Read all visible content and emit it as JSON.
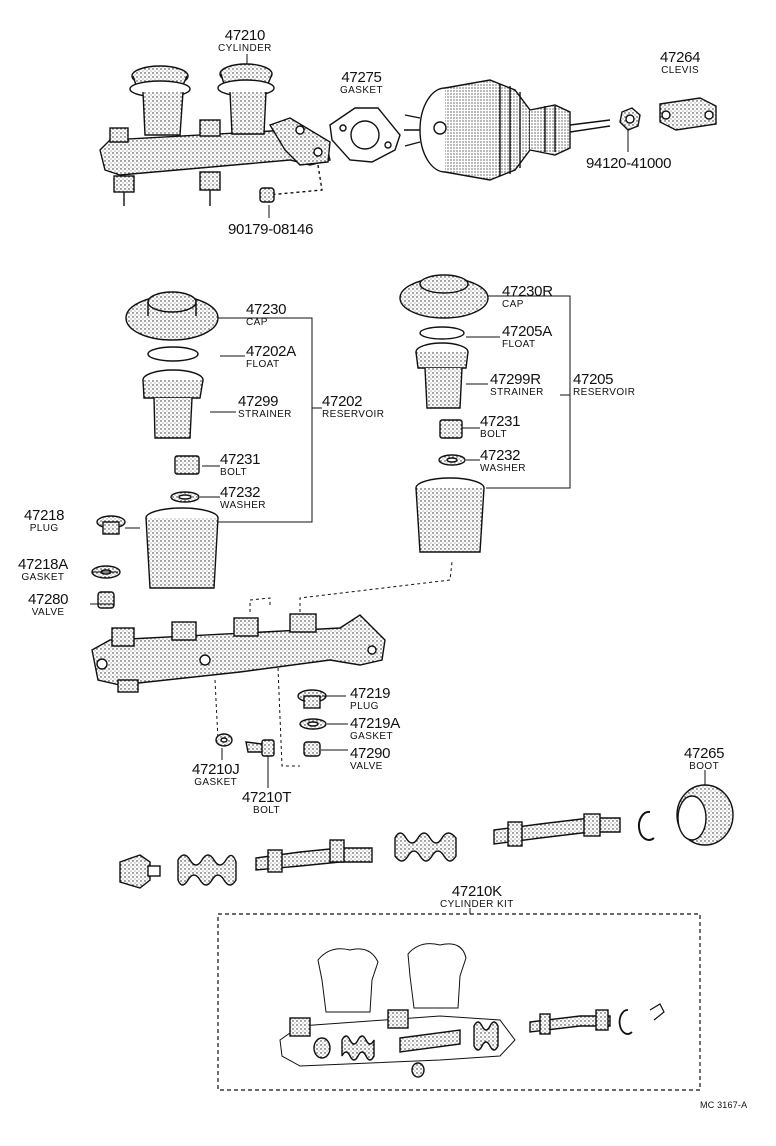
{
  "parts": {
    "cyl_top": {
      "number": "47210",
      "name": "CYLINDER"
    },
    "gasket_top": {
      "number": "47275",
      "name": "GASKET"
    },
    "clevis": {
      "number": "47264",
      "name": "CLEVIS"
    },
    "nut": {
      "number": "94120-41000"
    },
    "grommet": {
      "number": "90179-08146"
    },
    "cap_l": {
      "number": "47230",
      "name": "CAP"
    },
    "float_l": {
      "number": "47202A",
      "name": "FLOAT"
    },
    "strainer_l": {
      "number": "47299",
      "name": "STRAINER"
    },
    "reservoir_l": {
      "number": "47202",
      "name": "RESERVOIR"
    },
    "bolt_l": {
      "number": "47231",
      "name": "BOLT"
    },
    "washer_l": {
      "number": "47232",
      "name": "WASHER"
    },
    "cap_r": {
      "number": "47230R",
      "name": "CAP"
    },
    "float_r": {
      "number": "47205A",
      "name": "FLOAT"
    },
    "strainer_r": {
      "number": "47299R",
      "name": "STRAINER"
    },
    "reservoir_r": {
      "number": "47205",
      "name": "RESERVOIR"
    },
    "bolt_r": {
      "number": "47231",
      "name": "BOLT"
    },
    "washer_r": {
      "number": "47232",
      "name": "WASHER"
    },
    "plug_l": {
      "number": "47218",
      "name": "PLUG"
    },
    "gasket_l": {
      "number": "47218A",
      "name": "GASKET"
    },
    "valve_l": {
      "number": "47280",
      "name": "VALVE"
    },
    "plug_r": {
      "number": "47219",
      "name": "PLUG"
    },
    "gasket_r": {
      "number": "47219A",
      "name": "GASKET"
    },
    "valve_r": {
      "number": "47290",
      "name": "VALVE"
    },
    "gasket_j": {
      "number": "47210J",
      "name": "GASKET"
    },
    "bolt_t": {
      "number": "47210T",
      "name": "BOLT"
    },
    "boot": {
      "number": "47265",
      "name": "BOOT"
    },
    "kit": {
      "number": "47210K",
      "name": "CYLINDER KIT"
    }
  },
  "ref_code": "MC 3167-A"
}
